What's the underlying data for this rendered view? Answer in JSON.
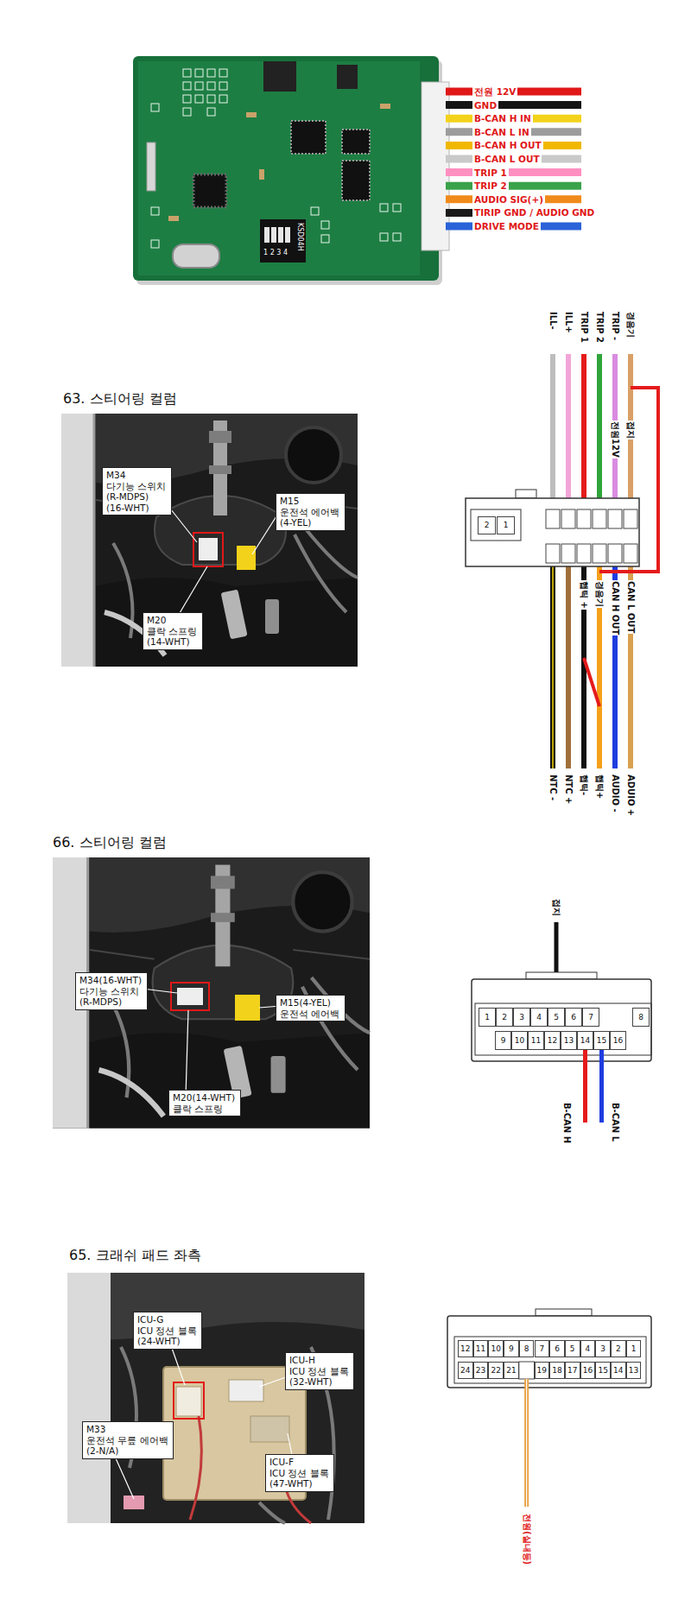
{
  "diagram": {
    "nodes": [
      {
        "text": [
          "M34",
          "다기능 스위치",
          "(R-MDPS)",
          "(16-WHT)"
        ]
      },
      {
        "text": [
          "M15",
          "운전석 에어백",
          "(4-YEL)"
        ]
      },
      {
        "text": [
          "M20",
          "클락 스프링",
          "(14-WHT)"
        ]
      },
      {
        "text": [
          "2"
        ]
      },
      {
        "text": [
          "1"
        ]
      },
      {
        "text": [
          "M34(16-WHT)",
          "다기능 스위치",
          "(R-MDPS)"
        ]
      },
      {
        "text": [
          "M15(4-YEL)",
          "운전석 에어백"
        ]
      },
      {
        "text": [
          "M20(14-WHT)",
          "클락 스프링"
        ]
      },
      {
        "text": [
          "1"
        ]
      },
      {
        "text": [
          "2"
        ]
      },
      {
        "text": [
          "3"
        ]
      },
      {
        "text": [
          "4"
        ]
      },
      {
        "text": [
          "5"
        ]
      },
      {
        "text": [
          "6"
        ]
      },
      {
        "text": [
          "7"
        ]
      },
      {
        "text": [
          "8"
        ]
      },
      {
        "text": [
          "9"
        ]
      },
      {
        "text": [
          "10"
        ]
      },
      {
        "text": [
          "11"
        ]
      },
      {
        "text": [
          "12"
        ]
      },
      {
        "text": [
          "13"
        ]
      },
      {
        "text": [
          "14"
        ]
      },
      {
        "text": [
          "15"
        ]
      },
      {
        "text": [
          "16"
        ]
      },
      {
        "text": [
          "ICU-G",
          "ICU 정션 블록",
          "(24-WHT)"
        ]
      },
      {
        "text": [
          "ICU-H",
          "ICU 정션 블록",
          "(32-WHT)"
        ]
      },
      {
        "text": [
          "M33",
          "운전석 무릎 에어백",
          "(2-N/A)"
        ]
      },
      {
        "text": [
          "ICU-F",
          "ICU 정션 블록",
          "(47-WHT)"
        ]
      },
      {
        "text": [
          "12"
        ]
      },
      {
        "text": [
          "11"
        ]
      },
      {
        "text": [
          "10"
        ]
      },
      {
        "text": [
          "9"
        ]
      },
      {
        "text": [
          "8"
        ]
      },
      {
        "text": [
          "7"
        ]
      },
      {
        "text": [
          "6"
        ]
      },
      {
        "text": [
          "5"
        ]
      },
      {
        "text": [
          "4"
        ]
      },
      {
        "text": [
          "3"
        ]
      },
      {
        "text": [
          "2"
        ]
      },
      {
        "text": [
          "1"
        ]
      },
      {
        "text": [
          "24"
        ]
      },
      {
        "text": [
          "23"
        ]
      },
      {
        "text": [
          "22"
        ]
      },
      {
        "text": [
          "21"
        ]
      },
      {
        "text": [
          "19"
        ]
      },
      {
        "text": [
          "18"
        ]
      },
      {
        "text": [
          "17"
        ]
      },
      {
        "text": [
          "16"
        ]
      },
      {
        "text": [
          "15"
        ]
      },
      {
        "text": [
          "14"
        ]
      },
      {
        "text": [
          "13"
        ]
      }
    ],
    "labels": [
      "전원 12V",
      "GND",
      "B-CAN H IN",
      "B-CAN L IN",
      "B-CAN H OUT",
      "B-CAN L OUT",
      "TRIP 1",
      "TRIP 2",
      "AUDIO SIG(+)",
      "TIRIP GND / AUDIO GND",
      "DRIVE MODE",
      "1 2 3 4",
      "KSD04H",
      "63. 스티어링 컬럼",
      "ILL-",
      "ILL+",
      "TRIP 1",
      "TRIP 2",
      "TRIP -",
      "경음기",
      "전원12V",
      "접지",
      "햅틱 +",
      "경음기",
      "CAN H OUT",
      "CAN L OUT",
      "NTC -",
      "NTC +",
      "햅틱-",
      "햅틱+",
      "AUDIO -",
      "ADUIO +",
      "66. 스티어링 컬럼",
      "접지",
      "B-CAN H",
      "B-CAN L",
      "65. 크래쉬 패드 좌측",
      "전원(실내등)"
    ]
  }
}
